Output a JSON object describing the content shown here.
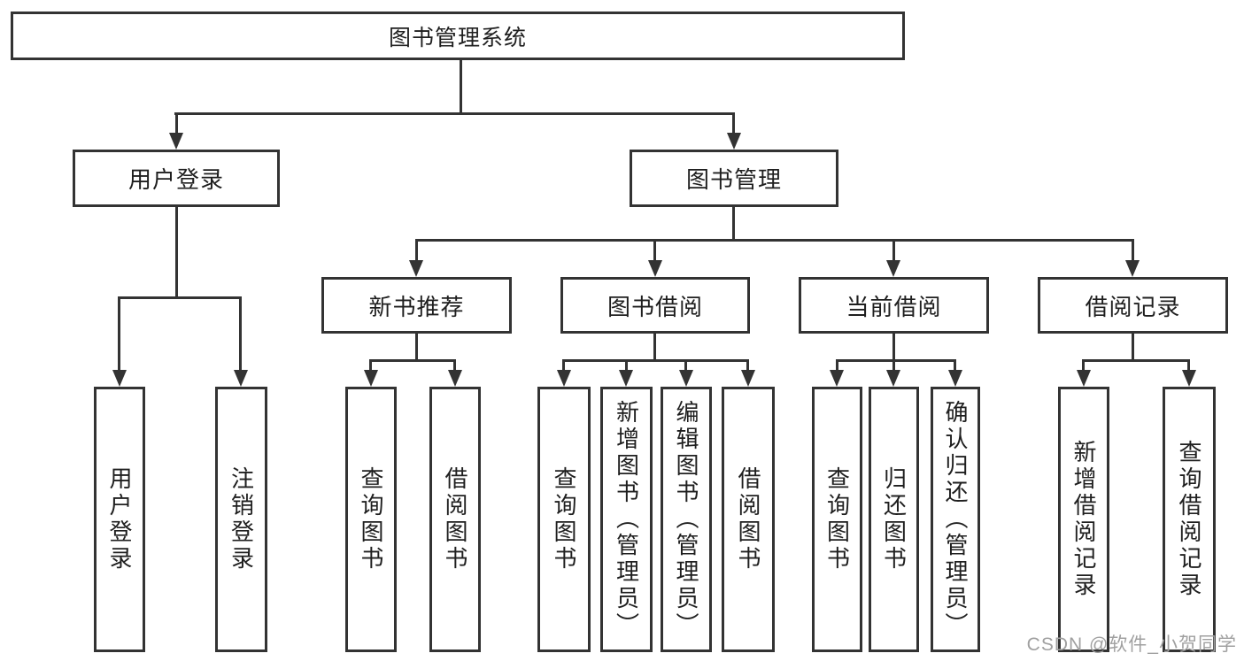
{
  "tree": {
    "label": "图书管理系统",
    "children": [
      {
        "label": "用户登录",
        "children": [
          {
            "label": "用户登录"
          },
          {
            "label": "注销登录"
          }
        ]
      },
      {
        "label": "图书管理",
        "children": [
          {
            "label": "新书推荐",
            "children": [
              {
                "label": "查询图书"
              },
              {
                "label": "借阅图书"
              }
            ]
          },
          {
            "label": "图书借阅",
            "children": [
              {
                "label": "查询图书"
              },
              {
                "label": "新增图书（管理员）"
              },
              {
                "label": "编辑图书（管理员）"
              },
              {
                "label": "借阅图书"
              }
            ]
          },
          {
            "label": "当前借阅",
            "children": [
              {
                "label": "查询图书"
              },
              {
                "label": "归还图书"
              },
              {
                "label": "确认归还（管理员）"
              }
            ]
          },
          {
            "label": "借阅记录",
            "children": [
              {
                "label": "新增借阅记录"
              },
              {
                "label": "查询借阅记录"
              }
            ]
          }
        ]
      }
    ]
  },
  "watermark": "CSDN @软件_小贺同学",
  "colors": {
    "line": "#333333",
    "text": "#1f1f1f",
    "watermark": "#a0a0a0",
    "background": "#ffffff"
  }
}
